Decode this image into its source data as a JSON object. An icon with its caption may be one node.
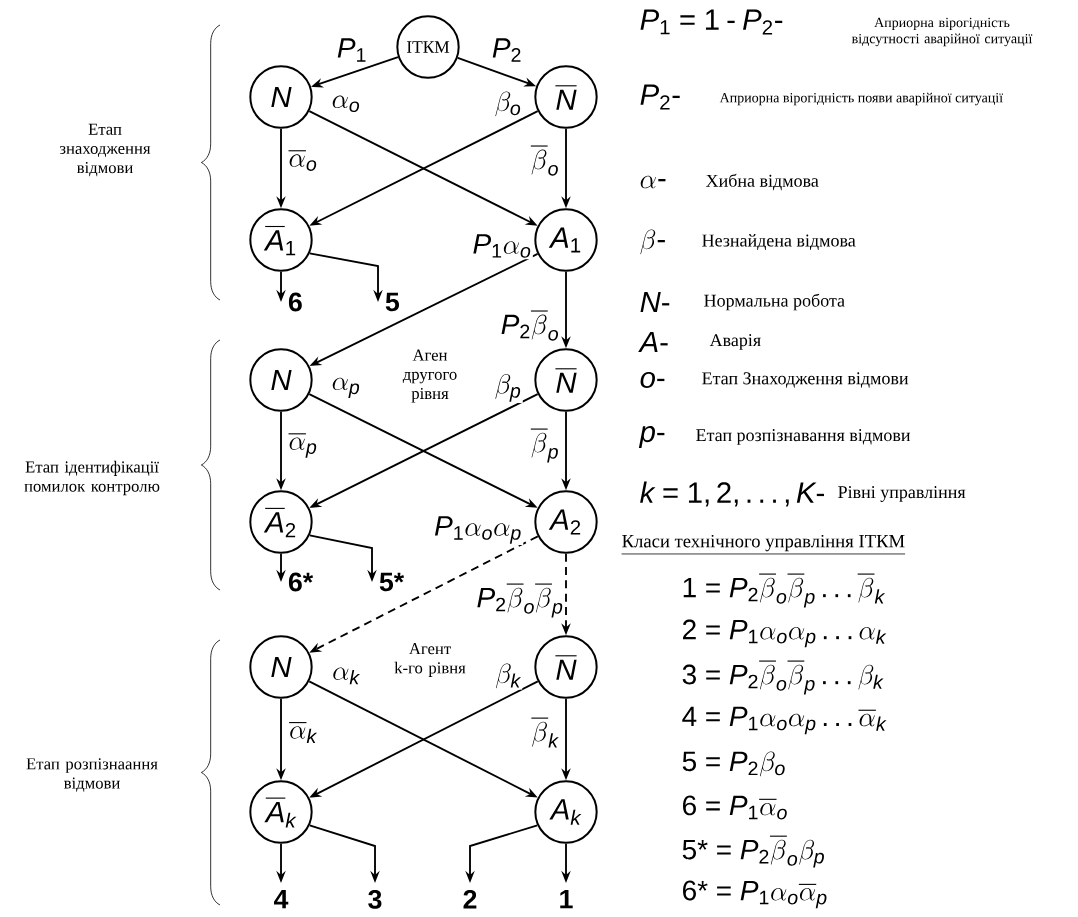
{
  "diagram": {
    "nodes": [
      {
        "text": [
          "ІТКМ"
        ]
      },
      {
        "text": [
          "N"
        ]
      },
      {
        "text": [
          "\\overline{N}"
        ]
      },
      {
        "text": [
          "\\overline{A}_1"
        ]
      },
      {
        "text": [
          "A_1"
        ]
      },
      {
        "text": [
          "N"
        ]
      },
      {
        "text": [
          "\\overline{N}"
        ]
      },
      {
        "text": [
          "\\overline{A}_2"
        ]
      },
      {
        "text": [
          "A_2"
        ]
      },
      {
        "text": [
          "N"
        ]
      },
      {
        "text": [
          "\\overline{N}"
        ]
      },
      {
        "text": [
          "\\overline{A}_k"
        ]
      },
      {
        "text": [
          "A_k"
        ]
      },
      {
        "text": [
          "6"
        ]
      },
      {
        "text": [
          "5"
        ]
      },
      {
        "text": [
          "6*"
        ]
      },
      {
        "text": [
          "5*"
        ]
      },
      {
        "text": [
          "4"
        ]
      },
      {
        "text": [
          "3"
        ]
      },
      {
        "text": [
          "2"
        ]
      },
      {
        "text": [
          "1"
        ]
      }
    ],
    "edges": [
      {
        "from": 0,
        "to": 1,
        "arrow": "to",
        "label": "P_1"
      },
      {
        "from": 0,
        "to": 2,
        "arrow": "to",
        "label": "P_2"
      },
      {
        "from": 1,
        "to": 3,
        "arrow": "to",
        "label": "\\overline{\\alpha}_o"
      },
      {
        "from": 1,
        "to": 4,
        "arrow": "to",
        "label": "\\alpha_o"
      },
      {
        "from": 2,
        "to": 3,
        "arrow": "to",
        "label": "\\beta_o"
      },
      {
        "from": 2,
        "to": 4,
        "arrow": "to",
        "label": "\\overline{\\beta}_o"
      },
      {
        "from": 3,
        "to": 13,
        "arrow": "to"
      },
      {
        "from": 3,
        "to": 14,
        "arrow": "to"
      },
      {
        "from": 4,
        "to": 5,
        "arrow": "to",
        "label": "P_1\\alpha_o"
      },
      {
        "from": 4,
        "to": 6,
        "arrow": "to",
        "label": "P_2\\overline{\\beta}_o"
      },
      {
        "from": 5,
        "to": 7,
        "arrow": "to",
        "label": "\\overline{\\alpha}_p"
      },
      {
        "from": 5,
        "to": 8,
        "arrow": "to",
        "label": "\\alpha_p"
      },
      {
        "from": 6,
        "to": 7,
        "arrow": "to",
        "label": "\\beta_p"
      },
      {
        "from": 6,
        "to": 8,
        "arrow": "to",
        "label": "\\overline{\\beta}_p"
      },
      {
        "from": 7,
        "to": 15,
        "arrow": "to"
      },
      {
        "from": 7,
        "to": 16,
        "arrow": "to"
      },
      {
        "from": 8,
        "to": 9,
        "arrow": "to",
        "label": "P_1\\alpha_o\\alpha_p",
        "style": "dashed"
      },
      {
        "from": 8,
        "to": 10,
        "arrow": "to",
        "label": "P_2\\overline{\\beta}_o\\overline{\\beta}_p",
        "style": "dashed"
      },
      {
        "from": 9,
        "to": 11,
        "arrow": "to",
        "label": "\\overline{\\alpha}_k"
      },
      {
        "from": 9,
        "to": 12,
        "arrow": "to",
        "label": "\\alpha_k"
      },
      {
        "from": 10,
        "to": 11,
        "arrow": "to",
        "label": "\\beta_k"
      },
      {
        "from": 10,
        "to": 12,
        "arrow": "to",
        "label": "\\overline{\\beta}_k"
      },
      {
        "from": 11,
        "to": 17,
        "arrow": "to"
      },
      {
        "from": 11,
        "to": 18,
        "arrow": "to"
      },
      {
        "from": 12,
        "to": 19,
        "arrow": "to"
      },
      {
        "from": 12,
        "to": 20,
        "arrow": "to"
      }
    ],
    "labels": [
      "Етап знаходження відмови",
      "Аген другого рівня",
      "Етап ідентифікації помилок контролю",
      "Агент k-го рівня",
      "Етап розпізнаання відмови",
      "P_1 = 1-P_2 -",
      "Априорна вірогідність відсутності аварійної ситуації",
      "P_2 -",
      "Априорна вірогідність появи аварійної ситуації",
      "\\alpha -",
      "Хибна відмова",
      "\\beta -",
      "Незнайдена відмова",
      "N -",
      "Нормальна робота",
      "A -",
      "Аварія",
      "o -",
      "Етап Знаходження відмови",
      "p -",
      "Етап розпізнавання відмови",
      "k=1,2,\\ldots,K-",
      "Рівні управління",
      "Класи технічного управління ІТКМ",
      "1=P_2\\overline{\\beta}_o\\overline{\\beta}_p\\ldots\\overline{\\beta}_k",
      "2=P_1\\alpha_o\\alpha_p\\ldots\\alpha_k",
      "3=P_2\\overline{\\beta}_o\\overline{\\beta}_p\\ldots\\beta_k",
      "4=P_1\\alpha_o\\alpha_p\\ldots\\overline{\\alpha}_k",
      "5=P_2\\beta_o",
      "6=P_1\\overline{\\alpha}_o",
      "5*=P_2\\overline{\\beta}_o\\beta_p",
      "6*=P_1\\alpha_o\\overline{\\alpha}_p"
    ]
  }
}
